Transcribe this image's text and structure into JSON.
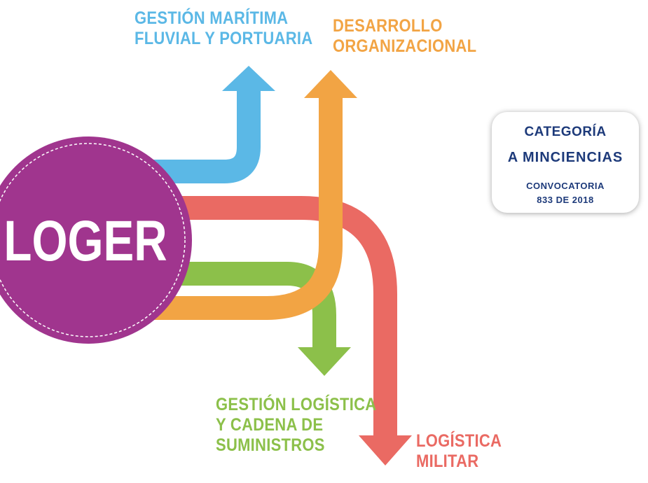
{
  "center_node": {
    "label": "LOGER",
    "color": "#a0358e"
  },
  "branches": [
    {
      "id": "maritima",
      "lines": [
        "GESTIÓN MARÍTIMA",
        "FLUVIAL Y PORTUARIA"
      ],
      "color": "#5bb8e6"
    },
    {
      "id": "desarrollo",
      "lines": [
        "DESARROLLO",
        "ORGANIZACIONAL"
      ],
      "color": "#f2a444"
    },
    {
      "id": "logistica",
      "lines": [
        "GESTIÓN LOGÍSTICA",
        "Y CADENA DE",
        "SUMINISTROS"
      ],
      "color": "#8cc04a"
    },
    {
      "id": "militar",
      "lines": [
        "LOGÍSTICA",
        "MILITAR"
      ],
      "color": "#ea6a63"
    }
  ],
  "category_card": {
    "line1": "CATEGORÍA",
    "line2": "A MINCIENCIAS",
    "line3": "CONVOCATORIA",
    "line4": "833 DE 2018",
    "text_color": "#1d3a7a"
  }
}
